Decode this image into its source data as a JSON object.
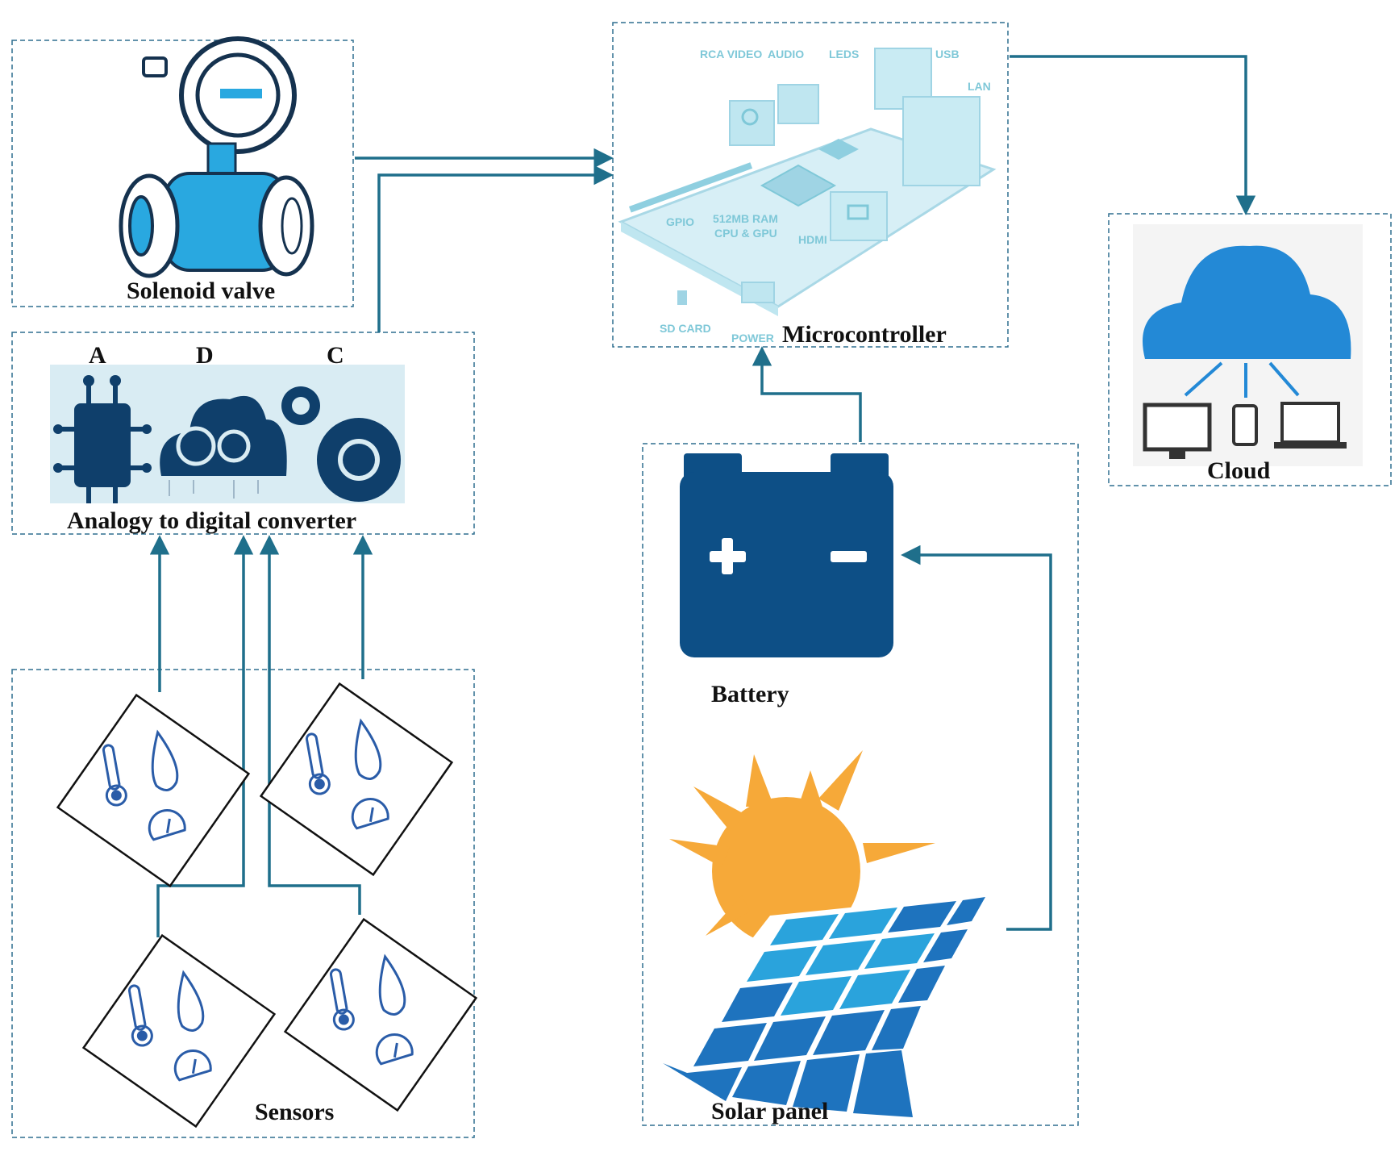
{
  "labels": {
    "solenoid_valve": "Solenoid valve",
    "adc_a": "A",
    "adc_d": "D",
    "adc_c": "C",
    "adc": "Analogy to digital converter",
    "sensors": "Sensors",
    "microcontroller": "Microcontroller",
    "battery": "Battery",
    "solar_panel": "Solar panel",
    "cloud": "Cloud"
  },
  "board_labels": {
    "rca_video": "RCA VIDEO",
    "audio": "AUDIO",
    "leds": "LEDS",
    "usb": "USB",
    "lan": "LAN",
    "gpio": "GPIO",
    "ram": "512MB RAM",
    "cpu": "CPU & GPU",
    "hdmi": "HDMI",
    "sd_card": "SD CARD",
    "power": "POWER"
  },
  "colors": {
    "connector": "#1f6f8b",
    "box_border": "#2f6f8f",
    "valve_blue": "#29a8e0",
    "adc_navy": "#0f3f6b",
    "board_cyan": "#bfe6f0",
    "battery_navy": "#0d4f86",
    "sun_orange": "#f6a939",
    "panel_blue": "#1e73be",
    "panel_light": "#2aa3dc",
    "cloud_blue": "#2389d6",
    "sensor_icon": "#2a5ca8"
  }
}
